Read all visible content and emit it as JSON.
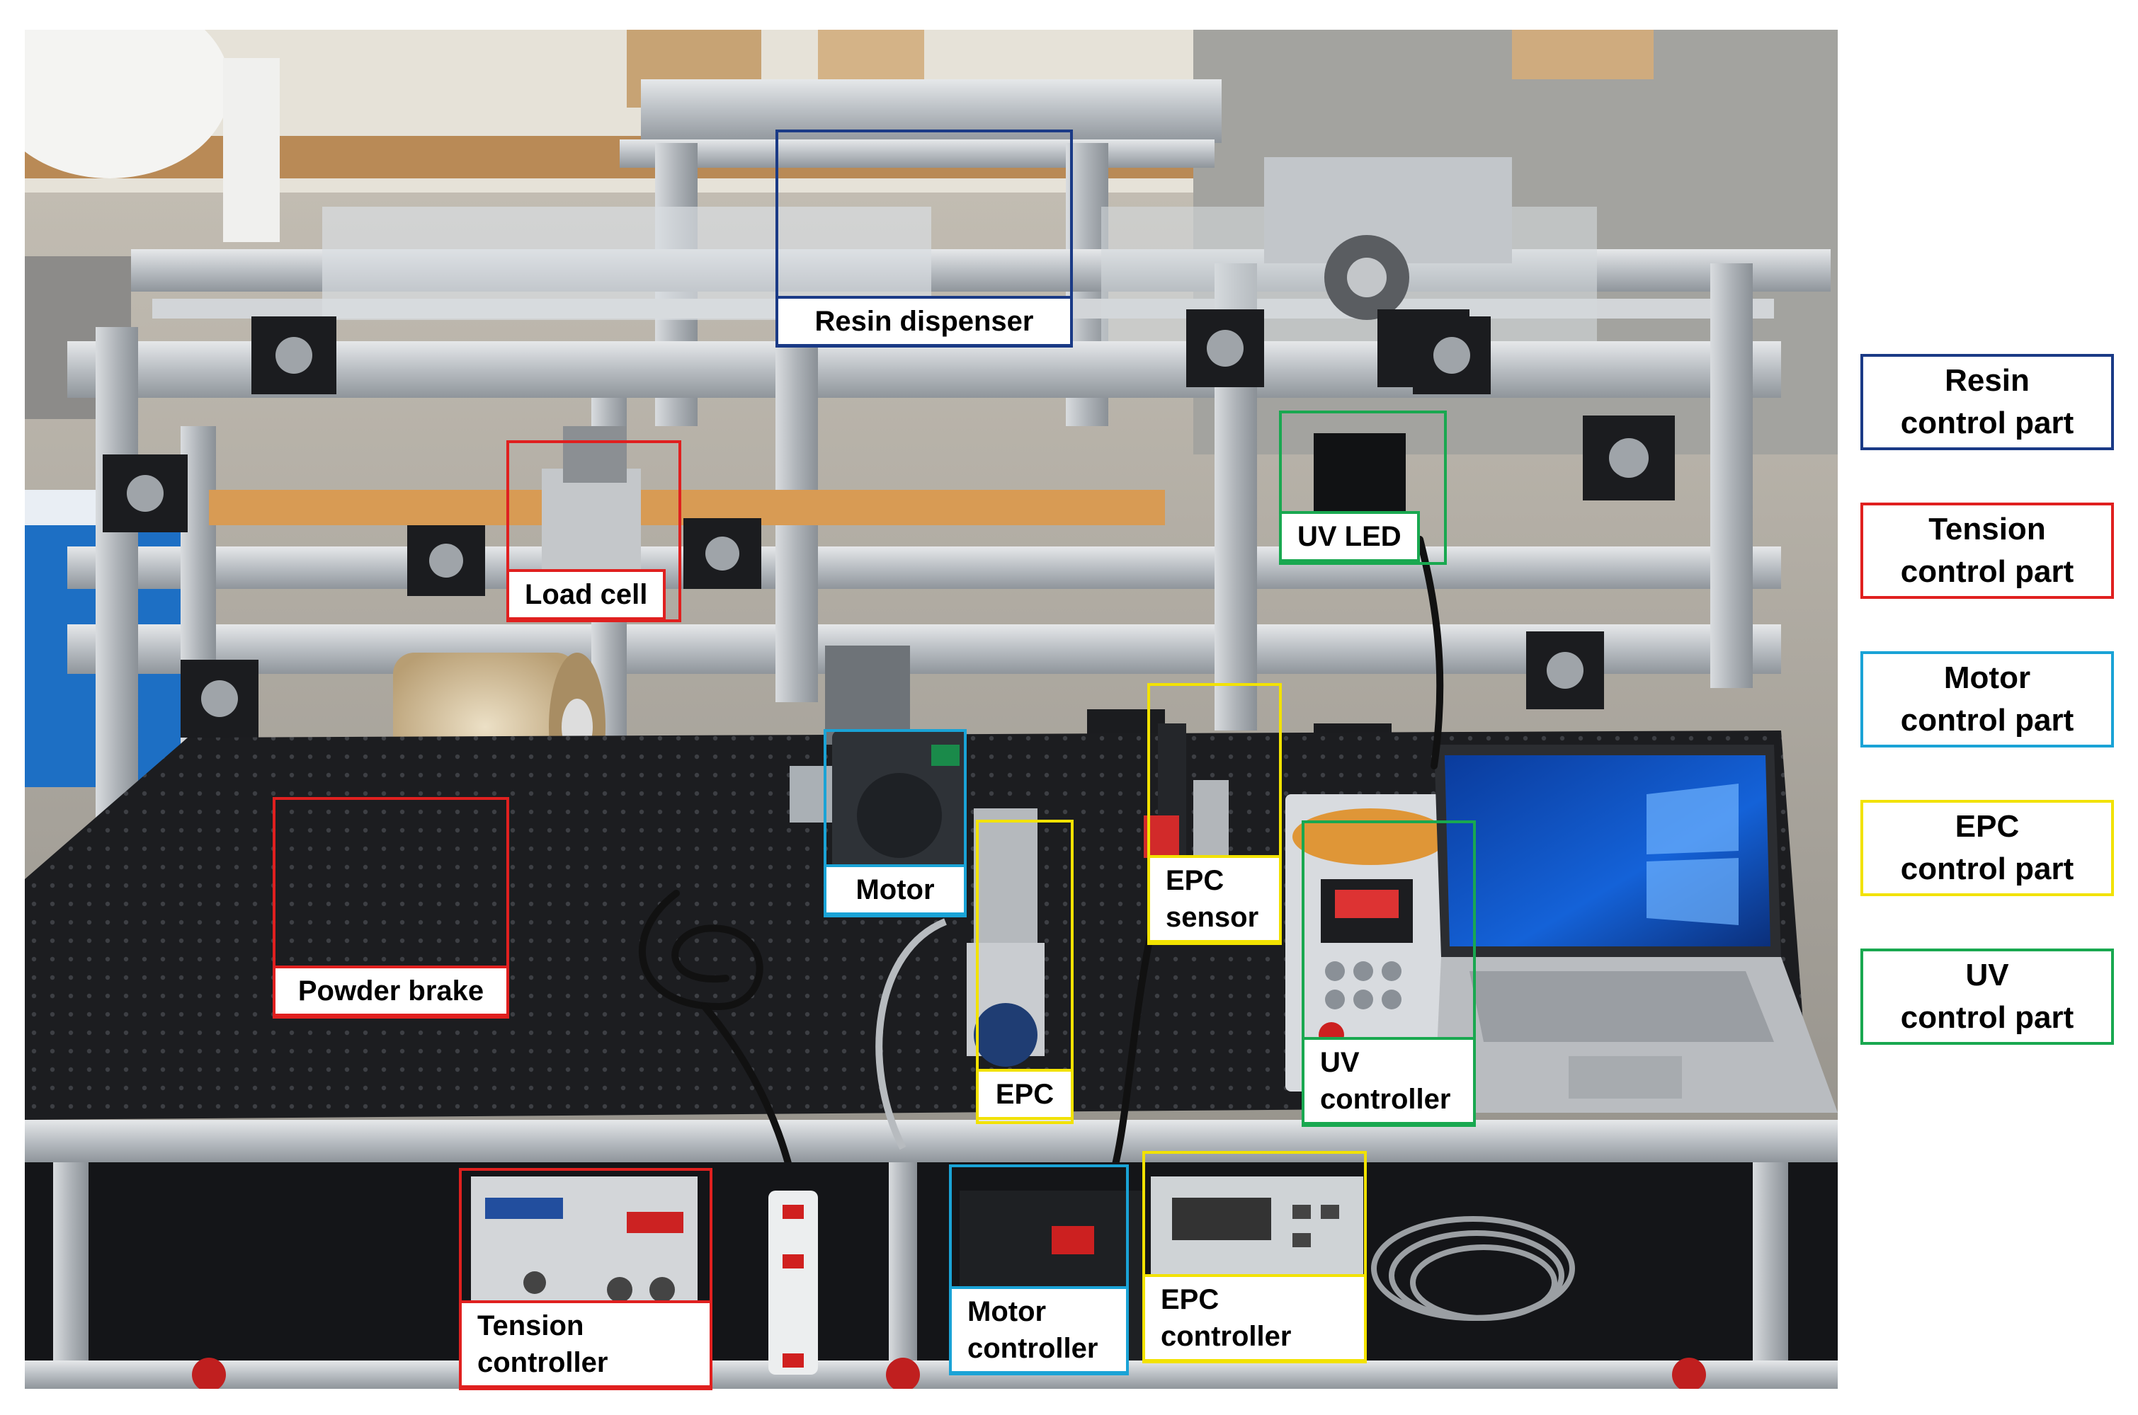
{
  "colors": {
    "resin": "#1a3a86",
    "tension": "#e0201f",
    "motor": "#1aa3d6",
    "epc": "#f2e200",
    "uv": "#19a850"
  },
  "labels": {
    "resin_dispenser": "Resin dispenser",
    "load_cell": "Load cell",
    "uv_led": "UV LED",
    "powder_brake": "Powder brake",
    "motor": "Motor",
    "epc": "EPC",
    "epc_sensor_line1": "EPC",
    "epc_sensor_line2": "sensor",
    "uv_controller_line1": "UV",
    "uv_controller_line2": "controller",
    "tension_controller_line1": "Tension",
    "tension_controller_line2": "controller",
    "motor_controller_line1": "Motor",
    "motor_controller_line2": "controller",
    "epc_controller_line1": "EPC",
    "epc_controller_line2": "controller"
  },
  "legend": [
    {
      "line1": "Resin",
      "line2": "control part",
      "key": "resin"
    },
    {
      "line1": "Tension",
      "line2": "control part",
      "key": "tension"
    },
    {
      "line1": "Motor",
      "line2": "control part",
      "key": "motor"
    },
    {
      "line1": "EPC",
      "line2": "control part",
      "key": "epc"
    },
    {
      "line1": "UV",
      "line2": "control part",
      "key": "uv"
    }
  ]
}
